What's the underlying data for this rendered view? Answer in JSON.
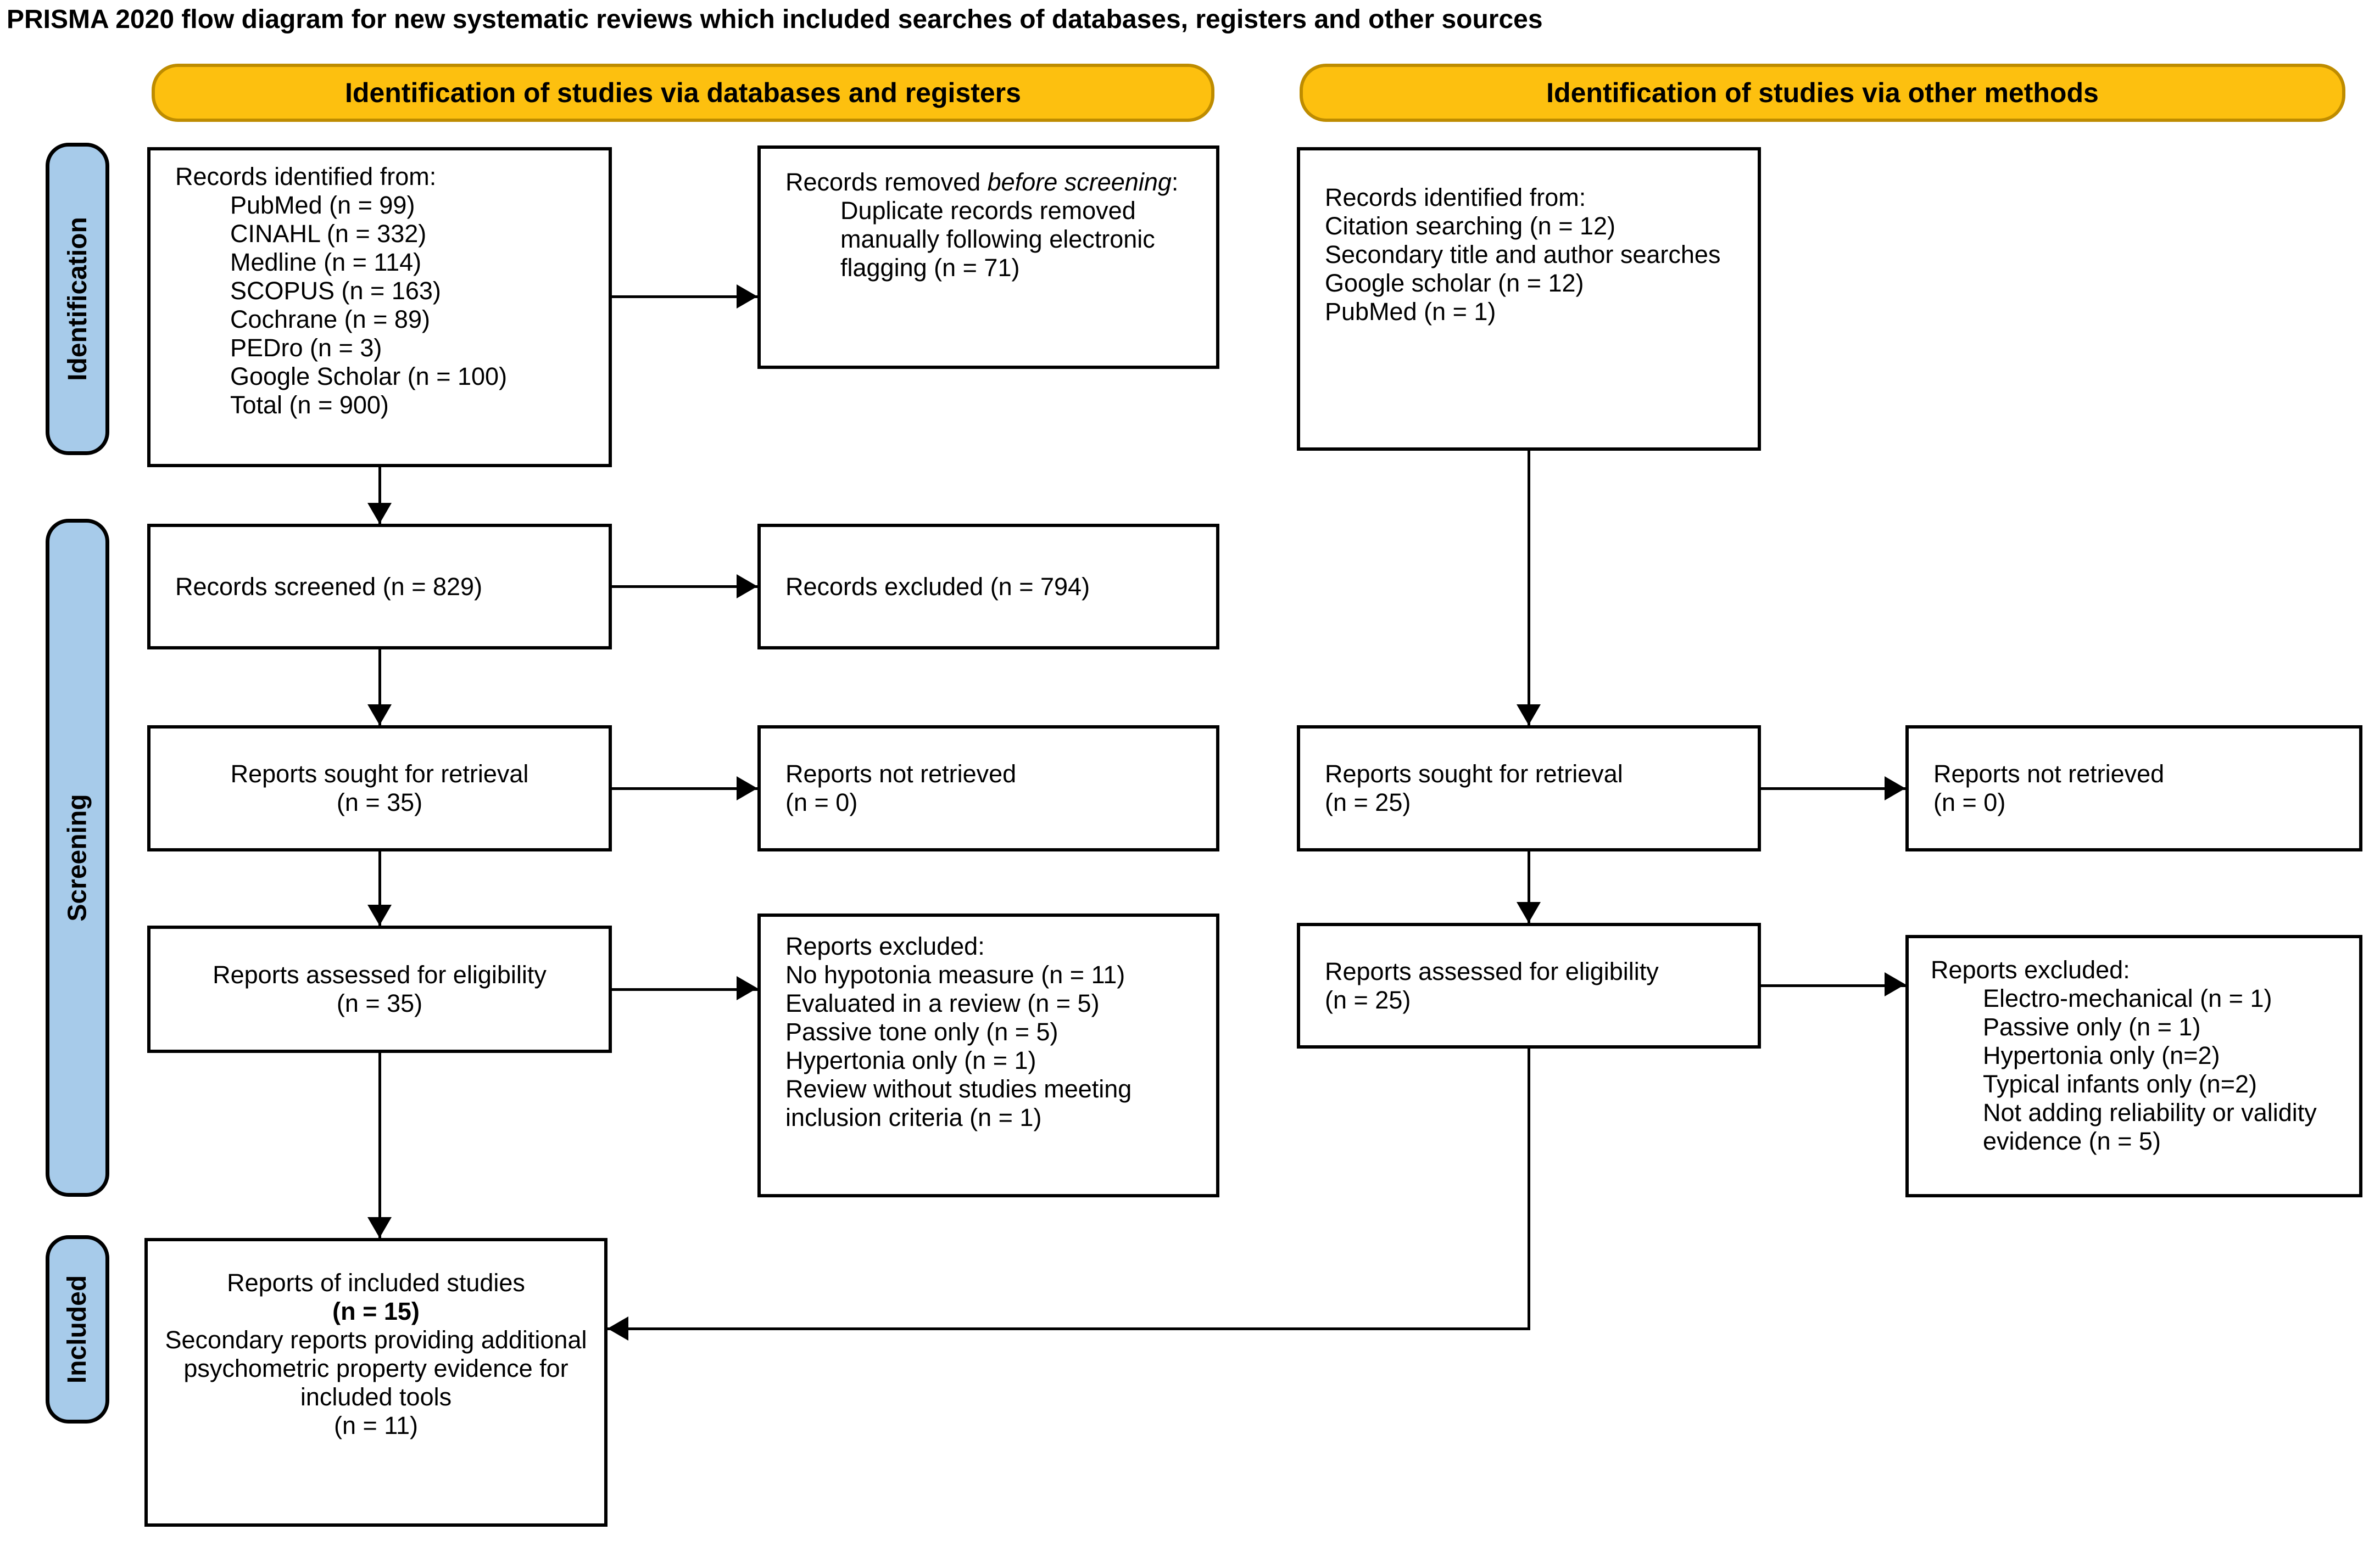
{
  "title": "PRISMA 2020 flow diagram for new systematic reviews which included searches of databases, registers and other sources",
  "colors": {
    "banner_fill": "#FDC00F",
    "banner_border": "#BE8C00",
    "stage_fill": "#A7CBEA",
    "box_border": "#000000"
  },
  "banners": {
    "databases": "Identification of studies via databases and registers",
    "other": "Identification of studies via other methods"
  },
  "stages": {
    "identification": "Identification",
    "screening": "Screening",
    "included": "Included"
  },
  "boxes": {
    "records_identified_db": {
      "head": "Records identified from:",
      "items": [
        "PubMed (n = 99)",
        "CINAHL (n = 332)",
        "Medline (n = 114)",
        "SCOPUS (n = 163)",
        "Cochrane (n = 89)",
        "PEDro (n = 3)",
        "Google Scholar (n = 100)",
        "Total (n = 900)"
      ]
    },
    "records_removed": {
      "prefix": "Records removed ",
      "emphasis": "before screening",
      "suffix": ":",
      "detail": "Duplicate records removed manually following electronic flagging (n = 71)"
    },
    "records_identified_other": {
      "head": "Records identified from:",
      "items": [
        "Citation searching (n = 12)",
        "Secondary title and author searches",
        "Google scholar (n = 12)",
        "PubMed (n = 1)"
      ]
    },
    "records_screened": {
      "line1": "Records screened (n = 829)"
    },
    "records_excluded": {
      "line1": "Records excluded (n = 794)"
    },
    "reports_sought_db": {
      "line1": "Reports sought for retrieval",
      "line2": "(n = 35)"
    },
    "reports_not_retrieved_db": {
      "line1": "Reports not retrieved",
      "line2": "(n = 0)"
    },
    "reports_sought_other": {
      "line1": "Reports sought for retrieval",
      "line2": "(n = 25)"
    },
    "reports_not_retrieved_other": {
      "line1": "Reports not retrieved",
      "line2": "(n = 0)"
    },
    "reports_assessed_db": {
      "line1": "Reports assessed for eligibility",
      "line2": "(n = 35)"
    },
    "reports_excluded_db": {
      "head": "Reports excluded:",
      "items": [
        "No hypotonia measure (n = 11)",
        "Evaluated in a review (n = 5)",
        "Passive tone only (n = 5)",
        "Hypertonia only (n = 1)",
        "Review without studies meeting inclusion criteria (n = 1)"
      ]
    },
    "reports_assessed_other": {
      "line1": "Reports assessed for eligibility",
      "line2": "(n = 25)"
    },
    "reports_excluded_other": {
      "head": "Reports excluded:",
      "items": [
        "Electro-mechanical (n = 1)",
        "Passive only (n = 1)",
        "Hypertonia only (n=2)",
        "Typical infants only (n=2)",
        "Not adding reliability or validity evidence (n = 5)"
      ]
    },
    "included": {
      "line1": "Reports of included studies",
      "line2": "(n = 15)",
      "line3": "Secondary reports providing additional psychometric property evidence for included tools",
      "line4": "(n = 11)"
    }
  }
}
